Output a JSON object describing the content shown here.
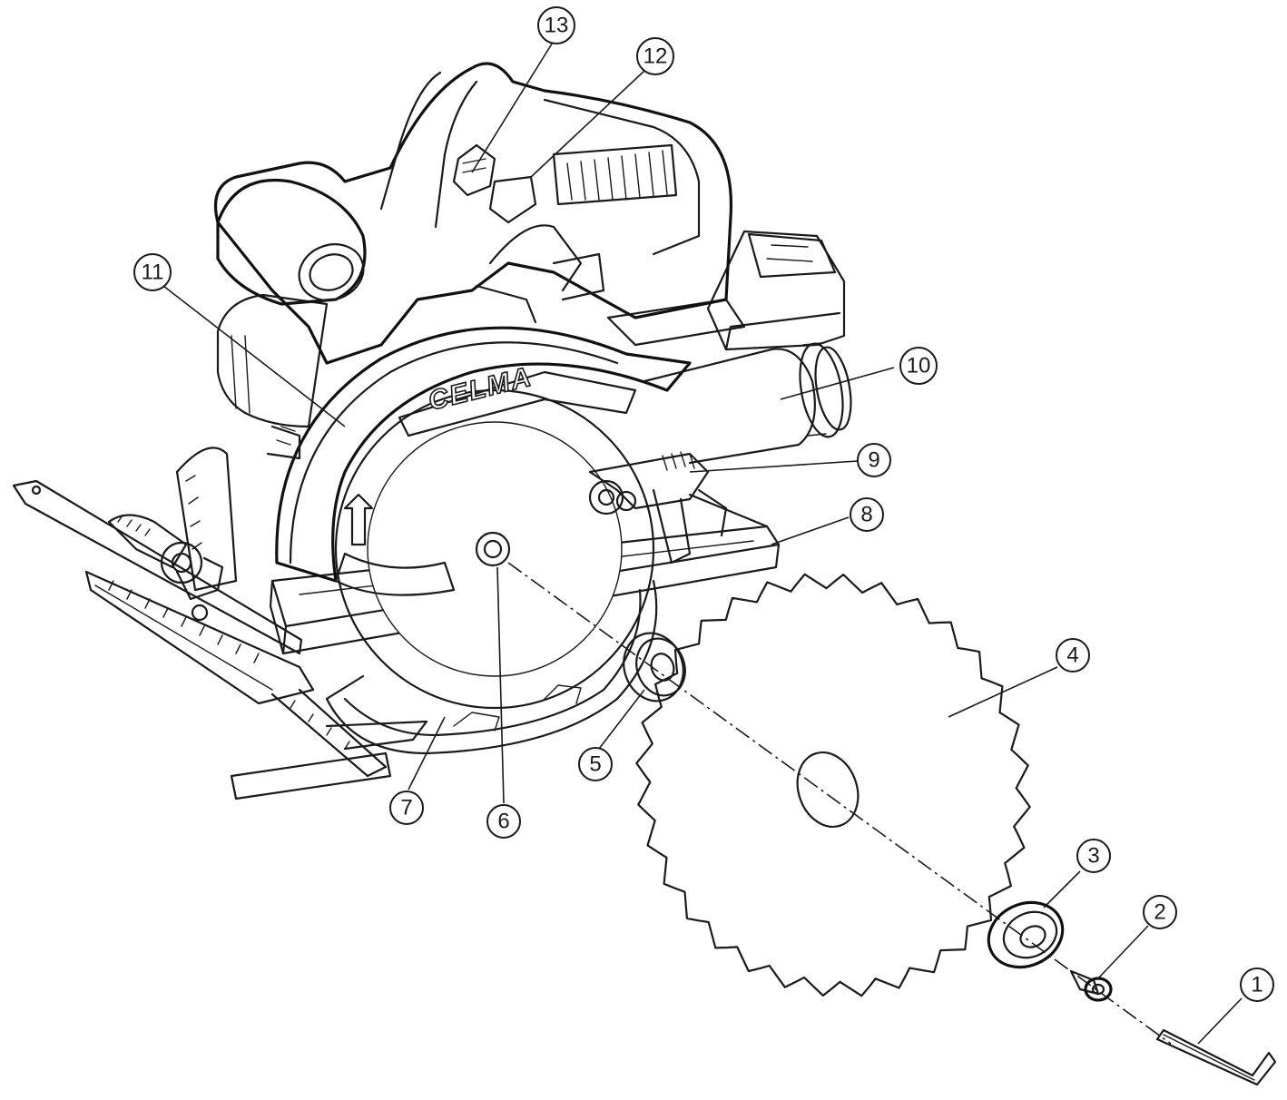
{
  "diagram": {
    "brand_label": "CELMA",
    "callouts": [
      "1",
      "2",
      "3",
      "4",
      "5",
      "6",
      "7",
      "8",
      "9",
      "10",
      "11",
      "12",
      "13"
    ]
  }
}
